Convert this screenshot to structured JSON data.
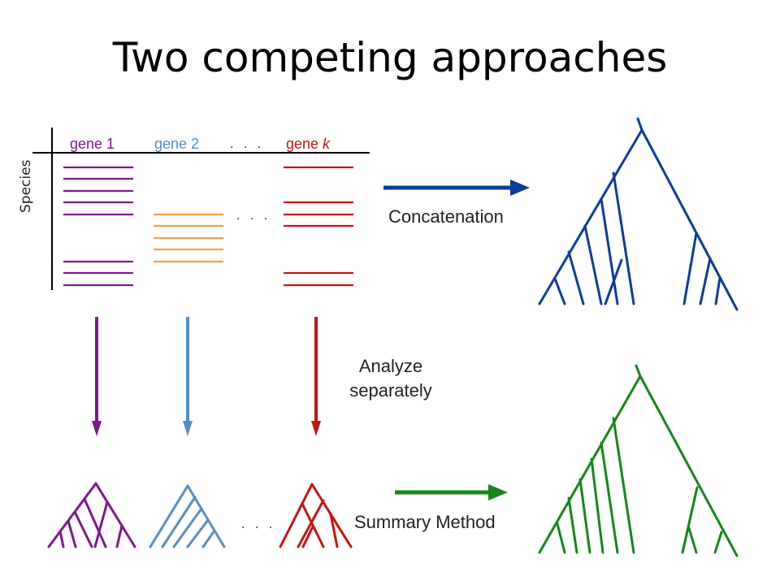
{
  "title": "Two competing approaches",
  "matrix": {
    "species_label": "Species",
    "genes": [
      {
        "label": "gene 1",
        "color": "#7B1A8A"
      },
      {
        "label": "gene 2",
        "color": "#5B8CC0"
      },
      {
        "label": "gene ",
        "label_italic": "k",
        "color": "#C41414"
      }
    ],
    "ellipsis": ". . .",
    "gene2_row_color": "#F4A24A"
  },
  "arrows": {
    "concatenation_label": "Concatenation",
    "concatenation_color": "#0A3C9A",
    "analyze_label_line1": "Analyze",
    "analyze_label_line2": "separately",
    "summary_label": "Summary Method",
    "summary_color": "#15861A"
  },
  "trees": {
    "concatenation_tree_color": "#0E3C9C",
    "summary_tree_color": "#15861A",
    "gene_tree_colors": [
      "#7B1A8A",
      "#5B8CC0",
      "#C41414"
    ],
    "gene_tree_ellipsis": ". . ."
  }
}
